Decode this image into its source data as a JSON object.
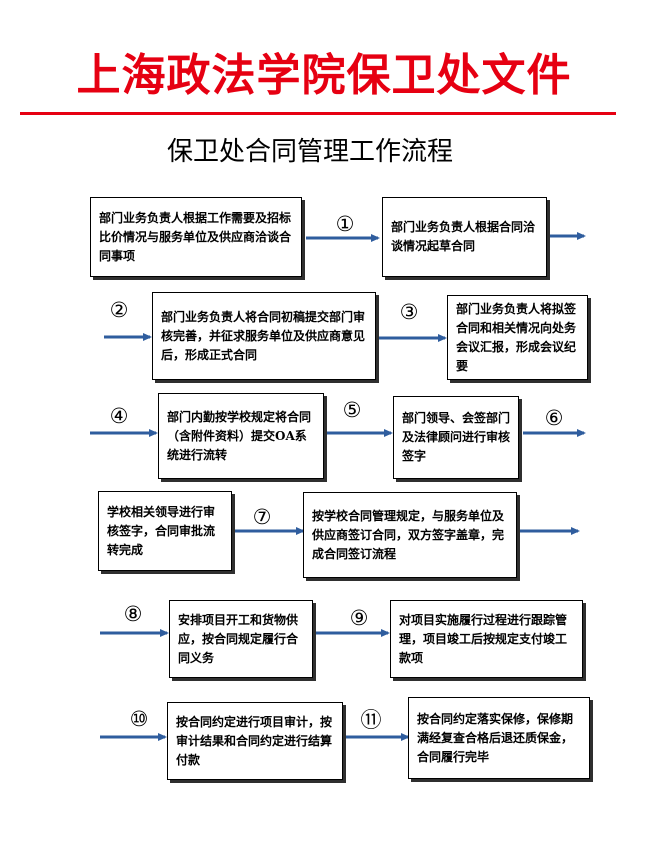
{
  "header": {
    "title": "上海政法学院保卫处文件"
  },
  "document": {
    "title": "保卫处合同管理工作流程"
  },
  "colors": {
    "header_red": "#e60012",
    "arrow_blue": "#2f5d9e"
  },
  "steps": {
    "s1": "部门业务负责人根据工作需要及招标比价情况与服务单位及供应商洽谈合同事项",
    "s2": "部门业务负责人根据合同洽谈情况起草合同",
    "s3": "部门业务负责人将合同初稿提交部门审核完善，并征求服务单位及供应商意见后，形成正式合同",
    "s4": "部门业务负责人将拟签合同和相关情况向处务会议汇报，形成会议纪要",
    "s5": "部门内勤按学校规定将合同（含附件资料）提交OA系统进行流转",
    "s6": "部门领导、会签部门及法律顾问进行审核签字",
    "s7": "学校相关领导进行审核签字，合同审批流转完成",
    "s8": "按学校合同管理规定，与服务单位及供应商签订合同，双方签字盖章，完成合同签订流程",
    "s9": "安排项目开工和货物供应，按合同规定履行合同义务",
    "s10": "对项目实施履行过程进行跟踪管理，项目竣工后按规定支付竣工款项",
    "s11": "按合同约定进行项目审计，按审计结果和合同约定进行结算付款",
    "s12": "按合同约定落实保修，保修期满经复查合格后退还质保金，合同履行完毕"
  },
  "step_numbers": [
    "①",
    "②",
    "③",
    "④",
    "⑤",
    "⑥",
    "⑦",
    "⑧",
    "⑨",
    "⑩",
    "⑪"
  ]
}
